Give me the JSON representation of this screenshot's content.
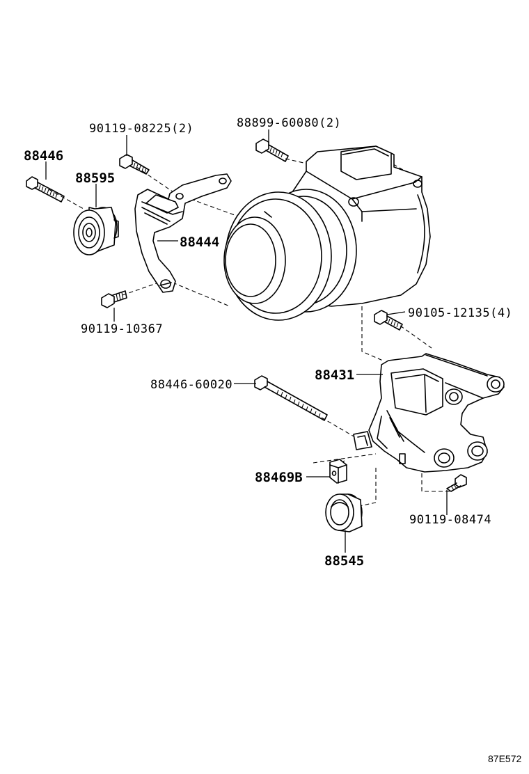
{
  "diagram_code": "87E572",
  "callouts": [
    {
      "id": "c1",
      "text": "90119-08225(2)"
    },
    {
      "id": "c2",
      "text": "88899-60080(2)"
    },
    {
      "id": "c3",
      "text": "88446"
    },
    {
      "id": "c4",
      "text": "88595"
    },
    {
      "id": "c5",
      "text": "88444"
    },
    {
      "id": "c6",
      "text": "90119-10367"
    },
    {
      "id": "c7",
      "text": "90105-12135(4)"
    },
    {
      "id": "c8",
      "text": "88431"
    },
    {
      "id": "c9",
      "text": "88446-60020"
    },
    {
      "id": "c10",
      "text": "88469B"
    },
    {
      "id": "c11",
      "text": "90119-08474"
    },
    {
      "id": "c12",
      "text": "88545"
    }
  ]
}
